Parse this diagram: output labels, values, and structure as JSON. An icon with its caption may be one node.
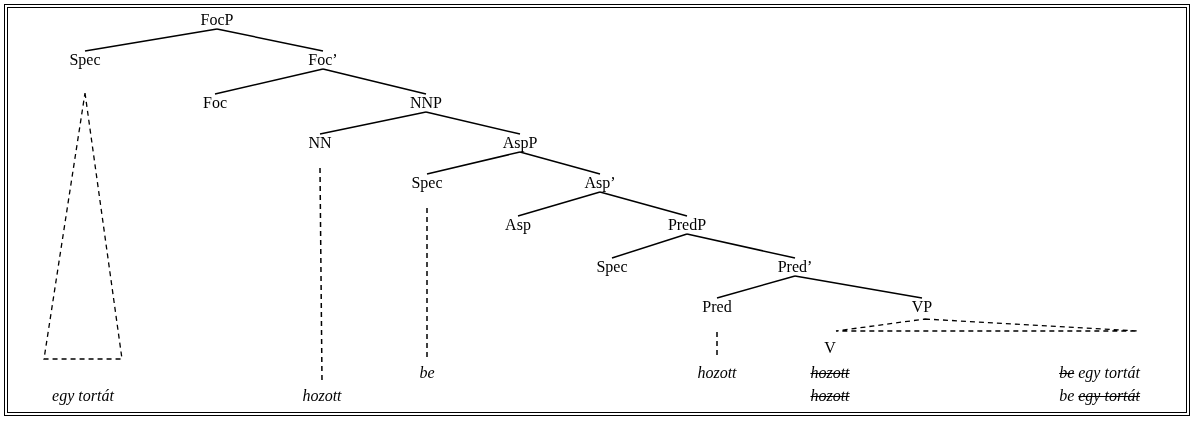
{
  "diagram": {
    "nodes": [
      {
        "text": [
          "FocP"
        ]
      },
      {
        "text": [
          "Spec"
        ]
      },
      {
        "text": [
          "Foc’"
        ]
      },
      {
        "text": [
          "Foc"
        ]
      },
      {
        "text": [
          "NNP"
        ]
      },
      {
        "text": [
          "NN"
        ]
      },
      {
        "text": [
          "AspP"
        ]
      },
      {
        "text": [
          "Spec"
        ]
      },
      {
        "text": [
          "Asp’"
        ]
      },
      {
        "text": [
          "Asp"
        ]
      },
      {
        "text": [
          "PredP"
        ]
      },
      {
        "text": [
          "Spec"
        ]
      },
      {
        "text": [
          "Pred’"
        ]
      },
      {
        "text": [
          "Pred"
        ]
      },
      {
        "text": [
          "VP"
        ]
      },
      {
        "text": [
          "V"
        ]
      },
      {
        "text": [
          "egy tortát"
        ]
      },
      {
        "text": [
          "hozott"
        ]
      },
      {
        "text": [
          "be"
        ]
      },
      {
        "text": [
          "hozott"
        ]
      },
      {
        "text": [
          "hozott",
          "hozott"
        ]
      },
      {
        "text": [
          "be",
          "egy tortát",
          "be",
          "egy tortát"
        ]
      },
      {
        "text": [],
        "shape": "triangle"
      },
      {
        "text": [],
        "shape": "triangle"
      }
    ],
    "edges": [
      {
        "from": 0,
        "to": 1,
        "arrow": "none"
      },
      {
        "from": 0,
        "to": 2,
        "arrow": "none"
      },
      {
        "from": 2,
        "to": 3,
        "arrow": "none"
      },
      {
        "from": 2,
        "to": 4,
        "arrow": "none"
      },
      {
        "from": 4,
        "to": 5,
        "arrow": "none"
      },
      {
        "from": 4,
        "to": 6,
        "arrow": "none"
      },
      {
        "from": 6,
        "to": 7,
        "arrow": "none"
      },
      {
        "from": 6,
        "to": 8,
        "arrow": "none"
      },
      {
        "from": 8,
        "to": 9,
        "arrow": "none"
      },
      {
        "from": 8,
        "to": 10,
        "arrow": "none"
      },
      {
        "from": 10,
        "to": 11,
        "arrow": "none"
      },
      {
        "from": 10,
        "to": 12,
        "arrow": "none"
      },
      {
        "from": 12,
        "to": 13,
        "arrow": "none"
      },
      {
        "from": 12,
        "to": 14,
        "arrow": "none"
      },
      {
        "from": 5,
        "to": 17,
        "arrow": "none",
        "style": "dashed"
      },
      {
        "from": 7,
        "to": 18,
        "arrow": "none",
        "style": "dashed"
      },
      {
        "from": 13,
        "to": 19,
        "arrow": "none",
        "style": "dashed"
      }
    ]
  }
}
